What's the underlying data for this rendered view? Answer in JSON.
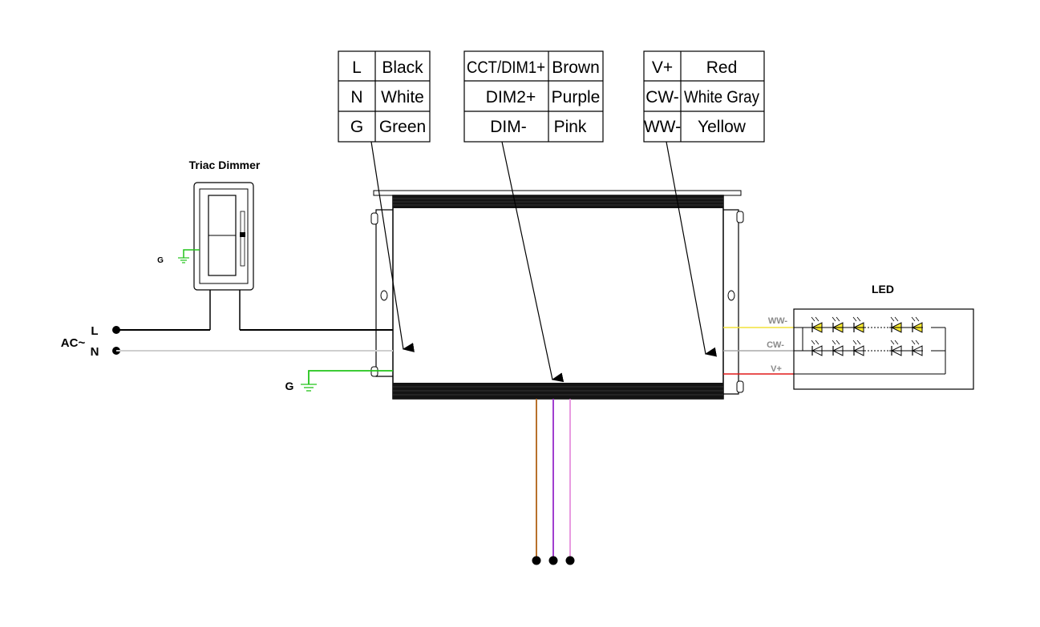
{
  "colors": {
    "line": "#000000",
    "ground_wire": "#22c41a",
    "neutral_wire": "#cfcfcf",
    "brown": "#b8712c",
    "purple": "#a13fcf",
    "pink": "#e07ad6",
    "yellow": "#f2e23a",
    "white_gray": "#aaaaaa",
    "red": "#e01818",
    "led_fill": "#ffee33"
  },
  "tables": {
    "ac": {
      "rows": [
        {
          "term": "L",
          "color": "Black"
        },
        {
          "term": "N",
          "color": "White"
        },
        {
          "term": "G",
          "color": "Green"
        }
      ]
    },
    "dim": {
      "rows": [
        {
          "term": "CCT/DIM1+",
          "color": "Brown"
        },
        {
          "term": "DIM2+",
          "color": "Purple"
        },
        {
          "term": "DIM-",
          "color": "Pink"
        }
      ]
    },
    "led": {
      "rows": [
        {
          "term": "V+",
          "color": "Red"
        },
        {
          "term": "CW-",
          "color": "White Gray"
        },
        {
          "term": "WW-",
          "color": "Yellow"
        }
      ]
    }
  },
  "labels": {
    "triac_dimmer": "Triac Dimmer",
    "dimmer_ground": "G",
    "ac_source": "AC~",
    "ac_l": "L",
    "ac_n": "N",
    "ground": "G",
    "led": "LED",
    "ww": "WW-",
    "cw": "CW-",
    "vplus": "V+"
  }
}
